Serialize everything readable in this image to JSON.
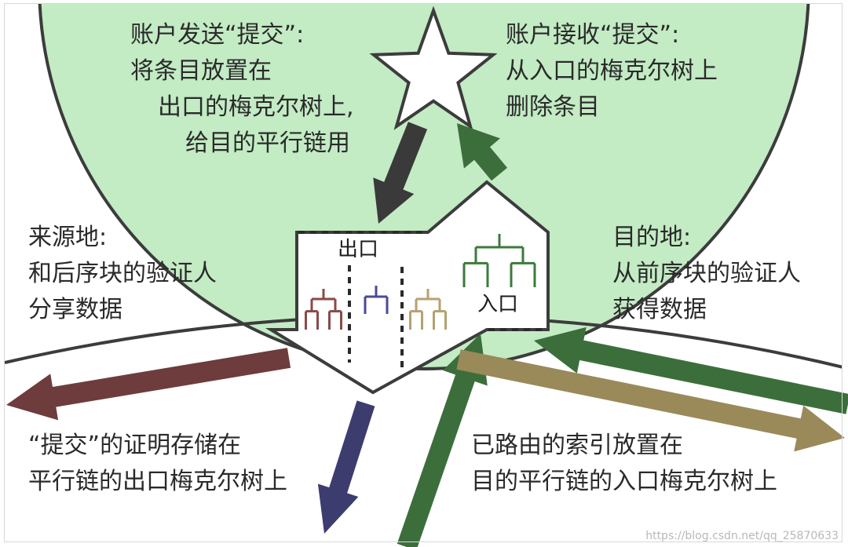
{
  "diagram": {
    "colors": {
      "commit_zone": "#c3ebc4",
      "outline": "#3c3c3c",
      "brown_arrow": "#6e3c3c",
      "navy_arrow": "#3c3c6e",
      "green_arrow": "#3c6e3c",
      "tan_arrow": "#9a8a5a",
      "dark_arrow": "#3a3a3a",
      "tree_brown": "#8a4a4a",
      "tree_navy": "#4a4a9a",
      "tree_tan": "#b8a070",
      "tree_green": "#3c7a3c"
    },
    "top_left_text": [
      "账户发送“提交”:",
      "将条目放置在",
      "出口的梅克尔树上,",
      "给目的平行链用"
    ],
    "top_right_text": [
      "账户接收“提交”:",
      "从入口的梅克尔树上",
      "删除条目"
    ],
    "source_text": [
      "来源地:",
      "和后序块的验证人",
      "分享数据"
    ],
    "dest_text": [
      "目的地:",
      "从前序块的验证人",
      "获得数据"
    ],
    "bottom_left_text": [
      "“提交”的证明存储在",
      "平行链的出口梅克尔树上"
    ],
    "bottom_right_text": [
      "已路由的索引放置在",
      "目的平行链的入口梅克尔树上"
    ],
    "exit_label": "出口",
    "entry_label": "入口",
    "star_icon": "star-icon",
    "watermark": "https://blog.csdn.net/qq_25870633"
  }
}
